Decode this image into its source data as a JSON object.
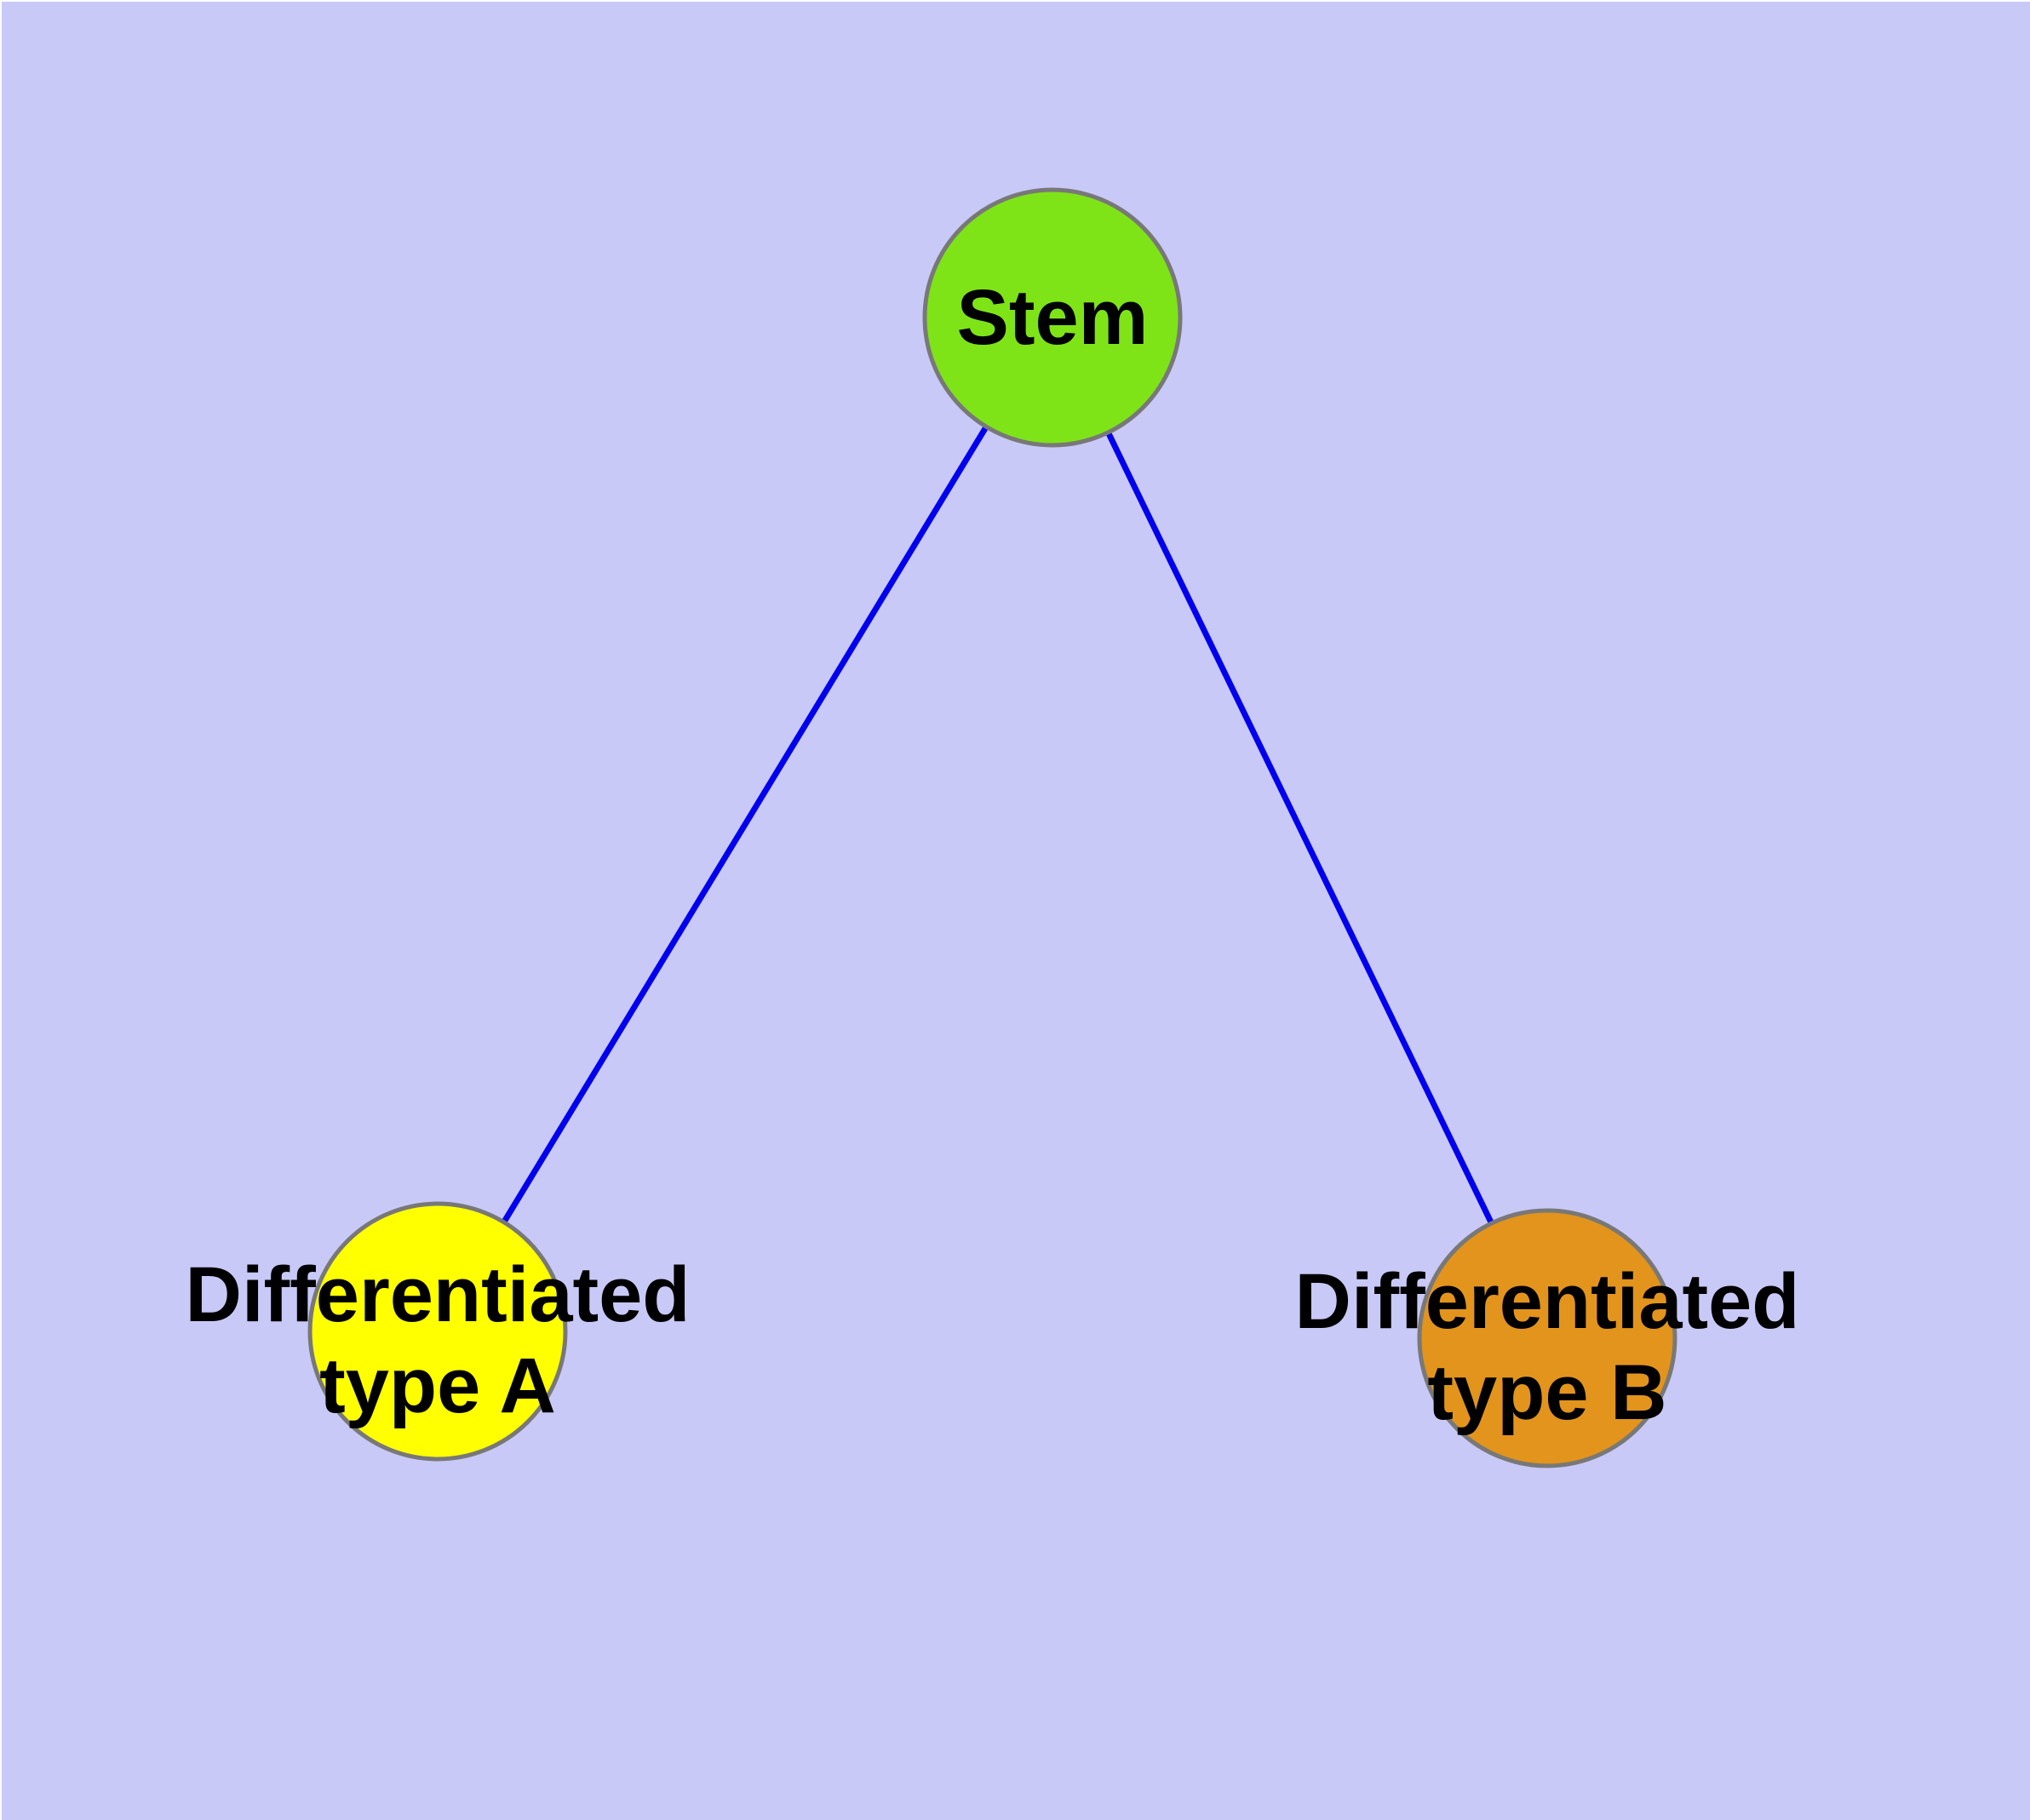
{
  "diagram": {
    "background_color": "#C9C9F8",
    "edge_color": "#0000EE",
    "node_border_color": "#787878",
    "label_color": "#000000",
    "nodes": [
      {
        "id": "stem",
        "label": "Stem",
        "label_lines": [
          "Stem"
        ],
        "color": "#7FE417"
      },
      {
        "id": "differentiated-type-a",
        "label": "Differentiated type A",
        "label_lines": [
          "Differentiated",
          "type A"
        ],
        "color": "#FFFF00"
      },
      {
        "id": "differentiated-type-b",
        "label": "Differentiated type B",
        "label_lines": [
          "Differentiated",
          "type B"
        ],
        "color": "#E2941C"
      }
    ],
    "edges": [
      {
        "from": "stem",
        "to": "differentiated-type-a"
      },
      {
        "from": "stem",
        "to": "differentiated-type-b"
      }
    ]
  }
}
